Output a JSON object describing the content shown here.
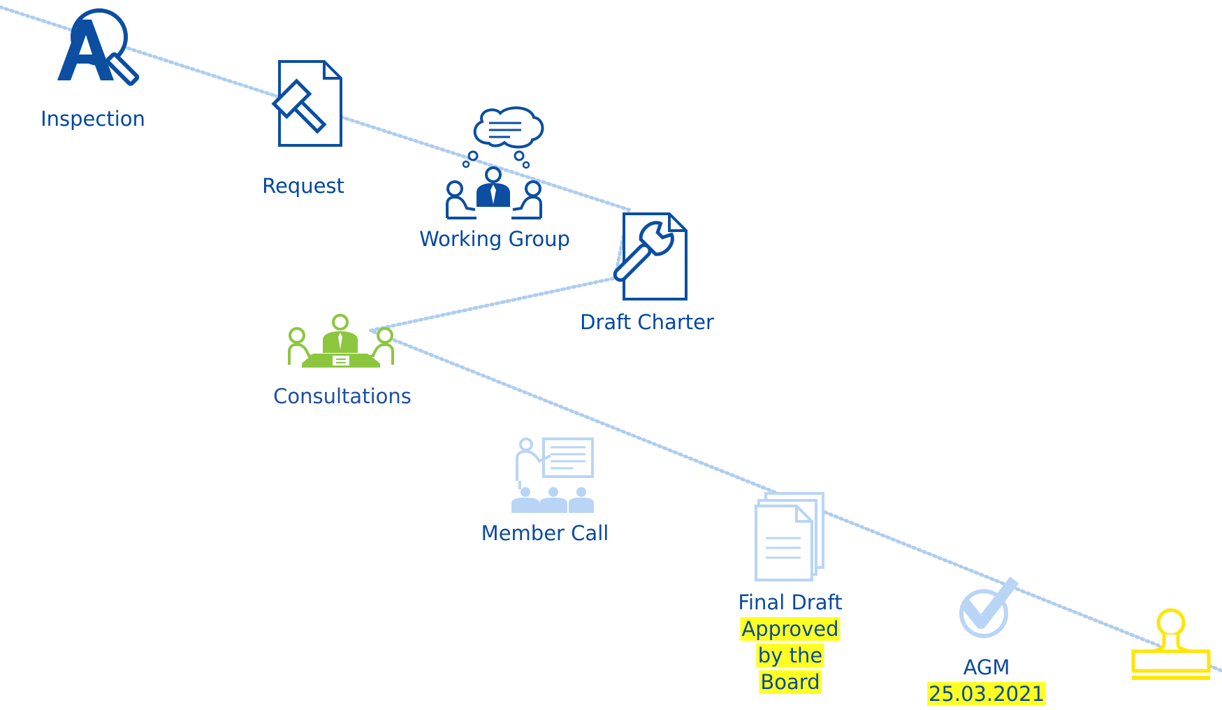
{
  "colors": {
    "dark_blue": "#0b4ea2",
    "green": "#8cc63f",
    "light_blue": "#b9d5f6",
    "yellow": "#ffe600",
    "dotted_line": "#aecdf0",
    "highlight": "#ffff22"
  },
  "steps": [
    {
      "label": "Inspection",
      "icon": "magnifier-letter-a-icon"
    },
    {
      "label": "Request",
      "icon": "document-gavel-icon"
    },
    {
      "label": "Working Group",
      "icon": "group-thought-bubble-icon"
    },
    {
      "label": "Draft Charter",
      "icon": "document-wrench-icon"
    },
    {
      "label": "Consultations",
      "icon": "meeting-table-icon"
    },
    {
      "label": "Member Call",
      "icon": "presentation-audience-icon"
    },
    {
      "label": "Final Draft",
      "highlight_lines": [
        "Approved",
        "by the",
        "Board"
      ],
      "icon": "stacked-documents-icon"
    },
    {
      "label": "AGM",
      "highlight_lines": [
        "25.03.2021"
      ],
      "icon": "checkmark-icon"
    },
    {
      "label": "",
      "icon": "stamp-icon"
    }
  ]
}
